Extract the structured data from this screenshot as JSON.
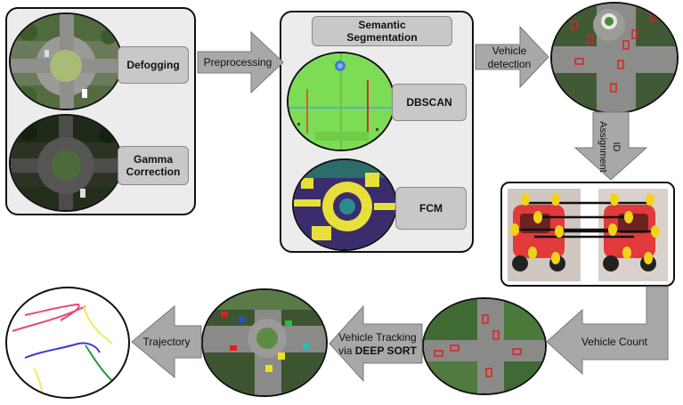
{
  "steps": {
    "defogging": "Defogging",
    "gamma_line1": "Gamma",
    "gamma_line2": "Correction",
    "preprocessing": "Preprocessing",
    "semantic_line1": "Semantic",
    "semantic_line2": "Segmentation",
    "dbscan": "DBSCAN",
    "fcm": "FCM",
    "vehicle_detection_line1": "Vehicle",
    "vehicle_detection_line2": "detection",
    "id_assignment_line1": "ID",
    "id_assignment_line2": "Assignment",
    "vehicle_count": "Vehicle Count",
    "tracking_line1": "Vehicle Tracking",
    "tracking_line2_prefix": "via ",
    "tracking_line2_bold": "DEEP SORT",
    "trajectory": "Trajectory"
  },
  "colors": {
    "panel": "#ececec",
    "label": "#c8c8c8",
    "arrow": "#a8a8a8",
    "dbscan_green": "#7ddc55",
    "fcm_purple": "#3b2c6e",
    "fcm_yellow": "#e8e03a",
    "car_red": "#e23a3a",
    "keypoint_yellow": "#f2d21b"
  }
}
